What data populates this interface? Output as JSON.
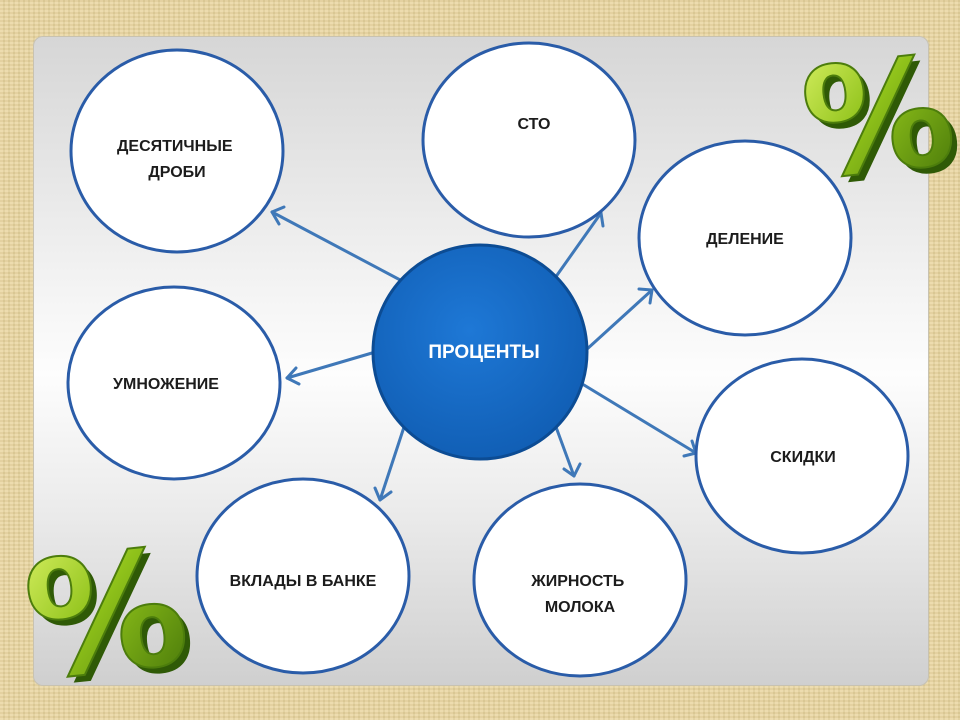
{
  "diagram": {
    "center": {
      "label": "ПРОЦЕНТЫ"
    },
    "nodes": [
      {
        "id": "decimal-fractions",
        "lines": [
          "ДЕСЯТИЧНЫЕ",
          "ДРОБИ"
        ]
      },
      {
        "id": "hundred",
        "lines": [
          "СТО"
        ]
      },
      {
        "id": "division",
        "lines": [
          "ДЕЛЕНИЕ"
        ]
      },
      {
        "id": "multiplication",
        "lines": [
          "УМНОЖЕНИЕ"
        ]
      },
      {
        "id": "discounts",
        "lines": [
          "СКИДКИ"
        ]
      },
      {
        "id": "bank-deposits",
        "lines": [
          "ВКЛАДЫ В БАНКЕ"
        ]
      },
      {
        "id": "milk-fat",
        "lines": [
          "ЖИРНОСТЬ",
          "МОЛОКА"
        ]
      }
    ]
  },
  "colors": {
    "center_fill": "#1565c0",
    "node_stroke": "#2a5ca8",
    "arrow": "#3f78b8",
    "percent_green": "#8fc21a"
  },
  "decor": {
    "percent_sign_top_right": "%",
    "percent_sign_bottom_left": "%"
  }
}
